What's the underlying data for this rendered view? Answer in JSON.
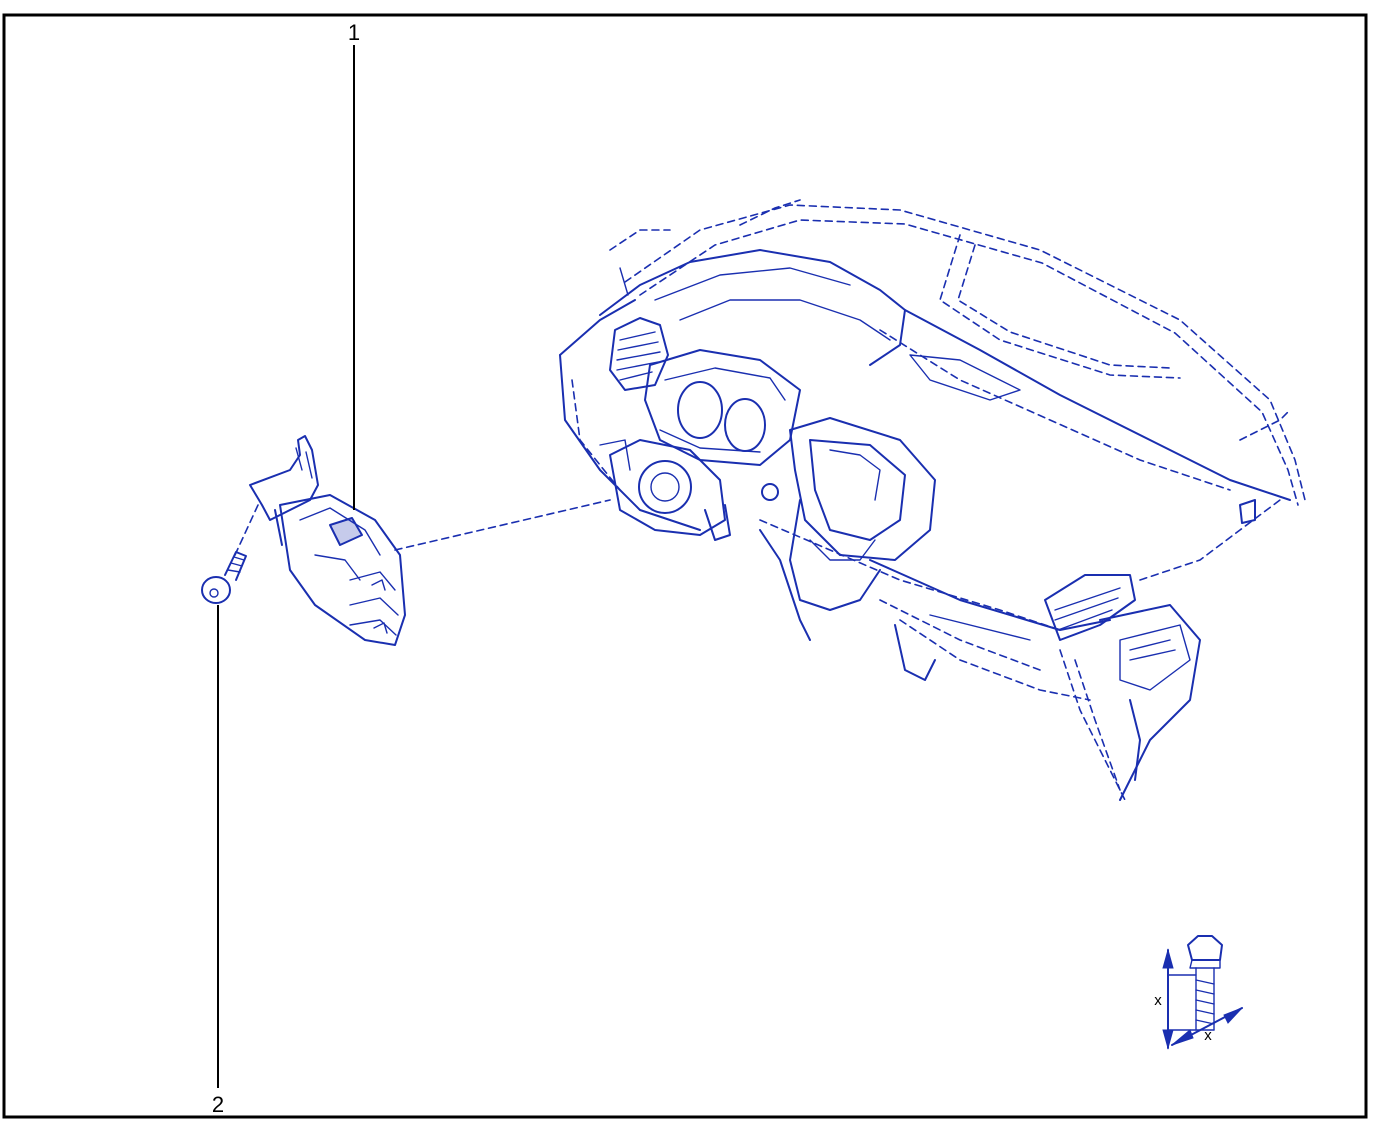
{
  "colors": {
    "ink": "#1a2fb0",
    "frame": "#000000",
    "callout_line": "#000000"
  },
  "callouts": [
    {
      "number": "1",
      "part": "steering-wheel-control-switch"
    },
    {
      "number": "2",
      "part": "screw"
    }
  ],
  "torque_symbol": {
    "label_vertical": "x",
    "label_horizontal": "x"
  }
}
